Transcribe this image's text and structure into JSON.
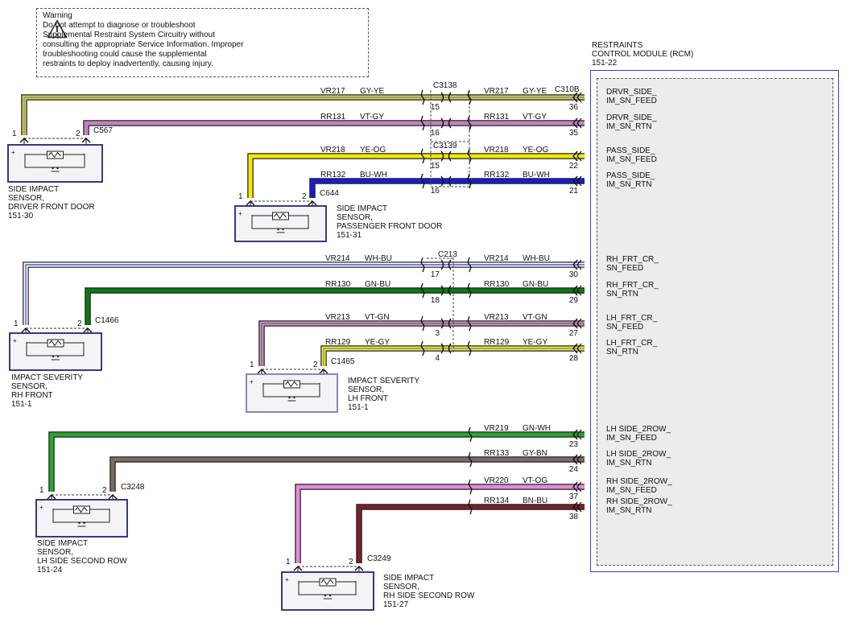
{
  "warning": {
    "title": "Warning",
    "lines": [
      "Do not attempt to diagnose or troubleshoot",
      "Supplemental Restraint System Circuitry without",
      "consulting the appropriate Service Information. Improper",
      "troubleshooting could cause the supplemental",
      "restraints to deploy inadvertently, causing injury."
    ]
  },
  "rcm": {
    "title_lines": [
      "RESTRAINTS",
      "CONTROL MODULE (RCM)",
      "151-22"
    ],
    "connector": "C310B"
  },
  "inline_connectors": [
    {
      "id": "C3138"
    },
    {
      "id": "C3139"
    },
    {
      "id": "C213"
    }
  ],
  "circuits": [
    {
      "left_circuit": "VR217",
      "left_color": "GY-YE",
      "right_circuit": "VR217",
      "right_color": "GY-YE",
      "inline_pin": "15",
      "rcm_pin": "36",
      "pin_label": [
        "DRVR_SIDE_",
        "IM_SN_FEED"
      ],
      "wire_color": "#d4d44a",
      "stripe_color": "#8f8f8f"
    },
    {
      "left_circuit": "RR131",
      "left_color": "VT-GY",
      "right_circuit": "RR131",
      "right_color": "VT-GY",
      "inline_pin": "16",
      "rcm_pin": "35",
      "pin_label": [
        "DRVR_SIDE_",
        "IM_SN_RTN"
      ],
      "wire_color": "#d57ad5",
      "stripe_color": "#9a9a9a"
    },
    {
      "left_circuit": "VR218",
      "left_color": "YE-OG",
      "right_circuit": "VR218",
      "right_color": "YE-OG",
      "inline_pin": "15",
      "rcm_pin": "22",
      "pin_label": [
        "PASS_SIDE_",
        "IM_SN_FEED"
      ],
      "wire_color": "#f2ea00",
      "stripe_color": "#f2ea00"
    },
    {
      "left_circuit": "RR132",
      "left_color": "BU-WH",
      "right_circuit": "RR132",
      "right_color": "BU-WH",
      "inline_pin": "16",
      "rcm_pin": "21",
      "pin_label": [
        "PASS_SIDE_",
        "IM_SN_RTN"
      ],
      "wire_color": "#1a1ad8",
      "stripe_color": "#1a1ad8"
    },
    {
      "left_circuit": "VR214",
      "left_color": "WH-BU",
      "right_circuit": "VR214",
      "right_color": "WH-BU",
      "inline_pin": "17",
      "rcm_pin": "30",
      "pin_label": [
        "RH_FRT_CR_",
        "SN_FEED"
      ],
      "wire_color": "#ffffff",
      "stripe_color": "#4a52d8"
    },
    {
      "left_circuit": "RR130",
      "left_color": "GN-BU",
      "right_circuit": "RR130",
      "right_color": "GN-BU",
      "inline_pin": "18",
      "rcm_pin": "29",
      "pin_label": [
        "RH_FRT_CR_",
        "SN_RTN"
      ],
      "wire_color": "#0a7a12",
      "stripe_color": "#0a7a12"
    },
    {
      "left_circuit": "VR213",
      "left_color": "VT-GN",
      "right_circuit": "VR213",
      "right_color": "VT-GN",
      "inline_pin": "3",
      "rcm_pin": "27",
      "pin_label": [
        "LH_FRT_CR_",
        "SN_FEED"
      ],
      "wire_color": "#d98bd9",
      "stripe_color": "#4f8a3c"
    },
    {
      "left_circuit": "RR129",
      "left_color": "YE-GY",
      "right_circuit": "RR129",
      "right_color": "YE-GY",
      "inline_pin": "4",
      "rcm_pin": "28",
      "pin_label": [
        "LH_FRT_CR_",
        "SN_RTN"
      ],
      "wire_color": "#eeee2c",
      "stripe_color": "#8e8e8e"
    },
    {
      "left_circuit": "",
      "left_color": "",
      "right_circuit": "VR219",
      "right_color": "GN-WH",
      "inline_pin": "",
      "rcm_pin": "23",
      "pin_label": [
        "LH SIDE_2ROW_",
        "IM_SN_FEED"
      ],
      "wire_color": "#29a52f",
      "stripe_color": "#29a52f"
    },
    {
      "left_circuit": "",
      "left_color": "",
      "right_circuit": "RR133",
      "right_color": "GY-BN",
      "inline_pin": "",
      "rcm_pin": "24",
      "pin_label": [
        "LH SIDE_2ROW_",
        "IM_SN_RTN"
      ],
      "wire_color": "#7d6a63",
      "stripe_color": "#7d6a63"
    },
    {
      "left_circuit": "",
      "left_color": "",
      "right_circuit": "VR220",
      "right_color": "VT-OG",
      "inline_pin": "",
      "rcm_pin": "37",
      "pin_label": [
        "RH SIDE_2ROW_",
        "IM_SN_FEED"
      ],
      "wire_color": "#e58ad7",
      "stripe_color": "#e58ad7"
    },
    {
      "left_circuit": "",
      "left_color": "",
      "right_circuit": "RR134",
      "right_color": "BN-BU",
      "inline_pin": "",
      "rcm_pin": "38",
      "pin_label": [
        "RH SIDE_2ROW_",
        "IM_SN_RTN"
      ],
      "wire_color": "#7a1f2c",
      "stripe_color": "#7a1f2c"
    }
  ],
  "sensors": [
    {
      "connector": "C567",
      "pin1": "1",
      "pin2": "2",
      "label_lines": [
        "SIDE IMPACT",
        "SENSOR,",
        "DRIVER FRONT DOOR",
        "151-30"
      ],
      "plus": "+"
    },
    {
      "connector": "C644",
      "pin1": "1",
      "pin2": "2",
      "label_lines": [
        "SIDE IMPACT",
        "SENSOR,",
        "PASSENGER FRONT DOOR",
        "151-31"
      ],
      "plus": "+"
    },
    {
      "connector": "C1466",
      "pin1": "1",
      "pin2": "2",
      "label_lines": [
        "IMPACT SEVERITY",
        "SENSOR,",
        "RH FRONT",
        "151-1"
      ],
      "plus": "+"
    },
    {
      "connector": "C1465",
      "pin1": "1",
      "pin2": "2",
      "label_lines": [
        "IMPACT SEVERITY",
        "SENSOR,",
        "LH FRONT",
        "151-1"
      ],
      "plus": "+"
    },
    {
      "connector": "C3248",
      "pin1": "1",
      "pin2": "2",
      "label_lines": [
        "SIDE IMPACT",
        "SENSOR,",
        "LH SIDE SECOND ROW",
        "151-24"
      ],
      "plus": "+"
    },
    {
      "connector": "C3249",
      "pin1": "1",
      "pin2": "2",
      "label_lines": [
        "SIDE IMPACT",
        "SENSOR,",
        "RH SIDE SECOND ROW",
        "151-27"
      ],
      "plus": "+"
    }
  ]
}
